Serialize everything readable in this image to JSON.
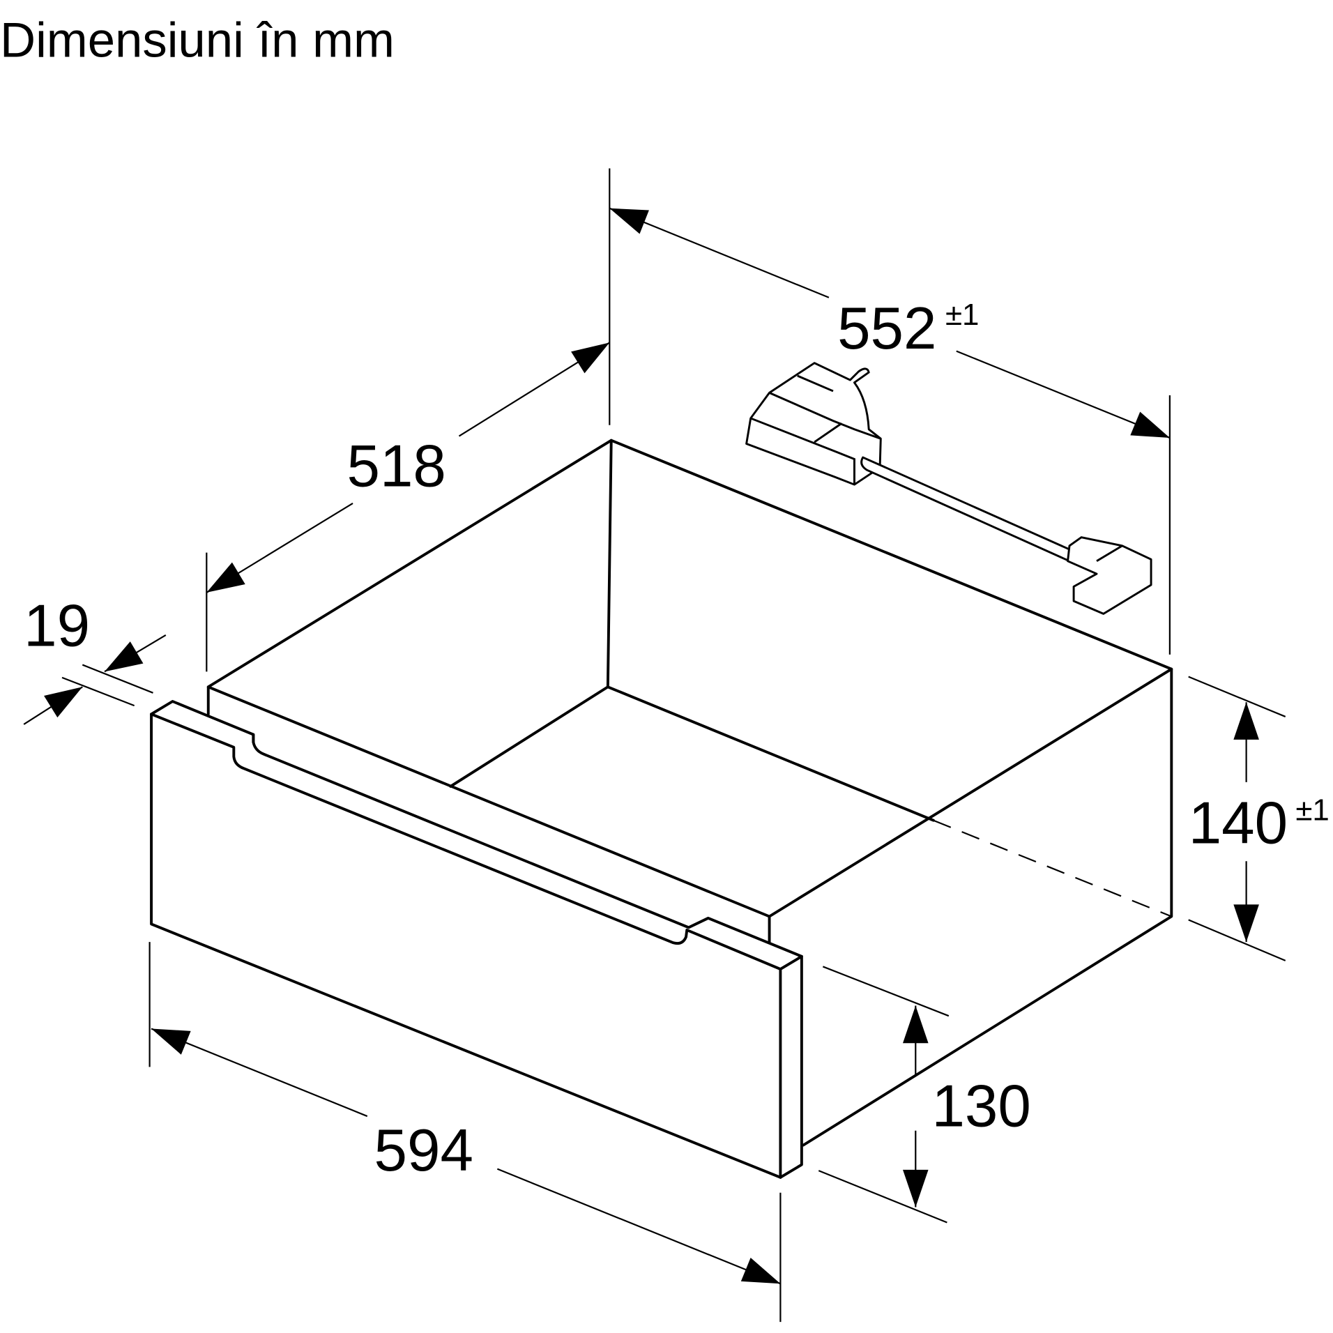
{
  "title": "Dimensiuni în mm",
  "dimensions": {
    "depth_total": {
      "value": "552",
      "tolerance": "±1"
    },
    "depth_inner": {
      "value": "518"
    },
    "front_thickness": {
      "value": "19"
    },
    "height_body": {
      "value": "140",
      "tolerance": "±1"
    },
    "height_front": {
      "value": "130"
    },
    "width": {
      "value": "594"
    }
  }
}
